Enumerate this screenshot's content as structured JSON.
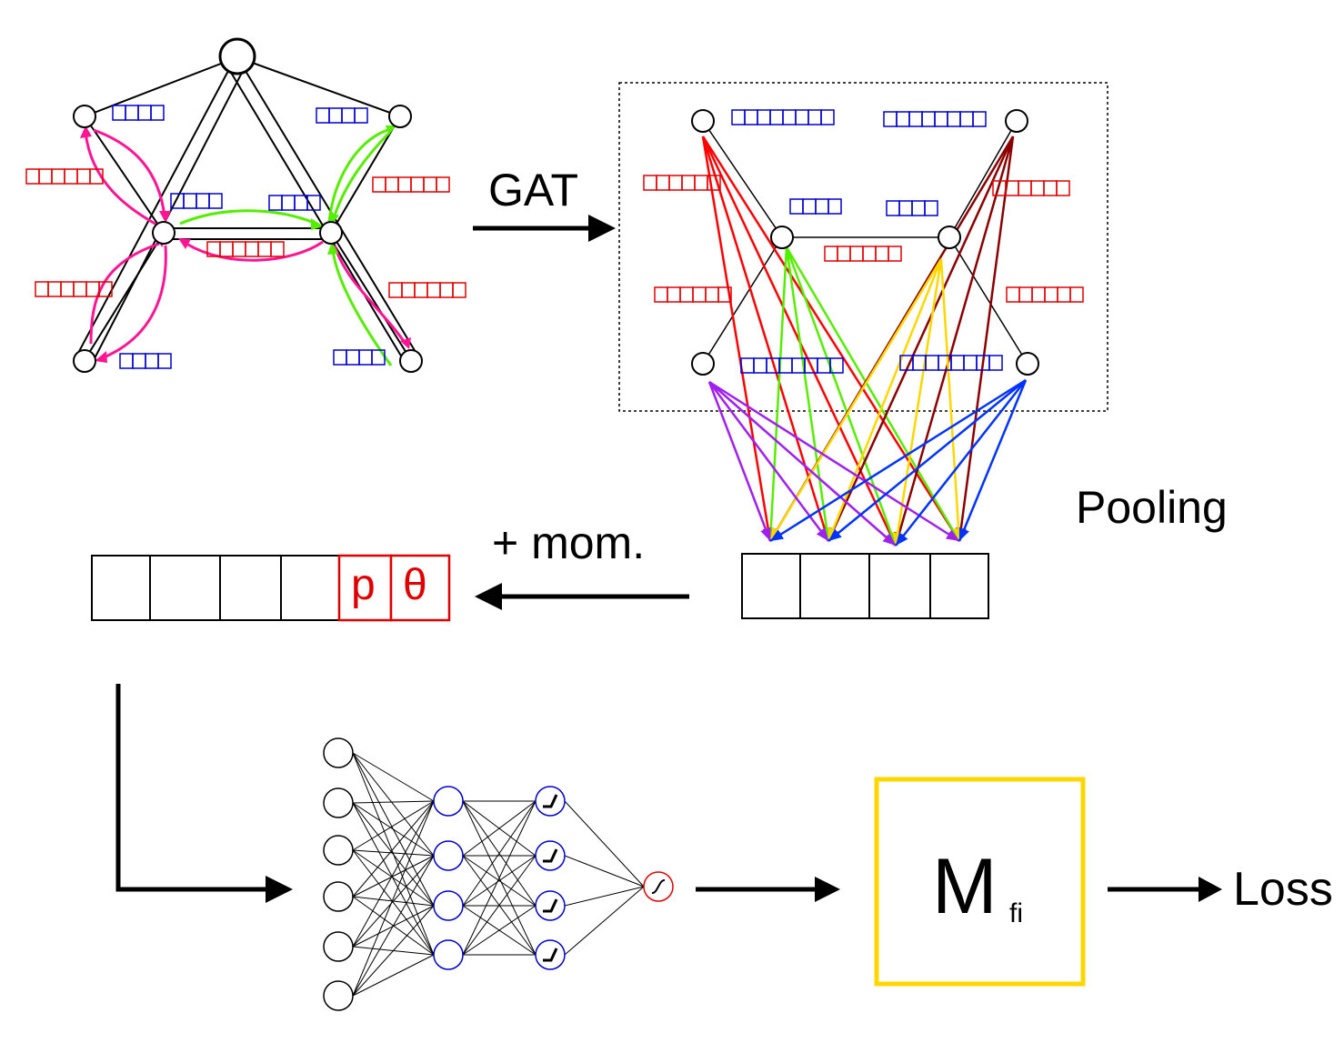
{
  "labels": {
    "gat": "GAT",
    "pooling": "Pooling",
    "momentum": "+ mom.",
    "loss": "Loss",
    "matrix_element": "M",
    "matrix_element_subscript": "fi",
    "p": "p",
    "theta": "θ"
  },
  "colors": {
    "edge_feature": "#e00000",
    "node_feature": "#0000d0",
    "attention_magenta": "#ff1493",
    "attention_green": "#55ee00",
    "pool_red": "#ff0000",
    "pool_green": "#55ee00",
    "pool_darkred": "#8b0000",
    "pool_gold": "#ffd700",
    "pool_purple": "#a020f0",
    "pool_blue": "#0033ff",
    "output_box": "#ffd700",
    "hidden_node": "#0000d0",
    "output_node": "#e00000"
  },
  "network": {
    "layer_sizes": [
      6,
      4,
      4,
      1
    ],
    "activations": [
      "input",
      "linear",
      "relu",
      "sigmoid"
    ]
  },
  "pooled_vector_cells": 4,
  "concatenated_vector_cells": 6
}
